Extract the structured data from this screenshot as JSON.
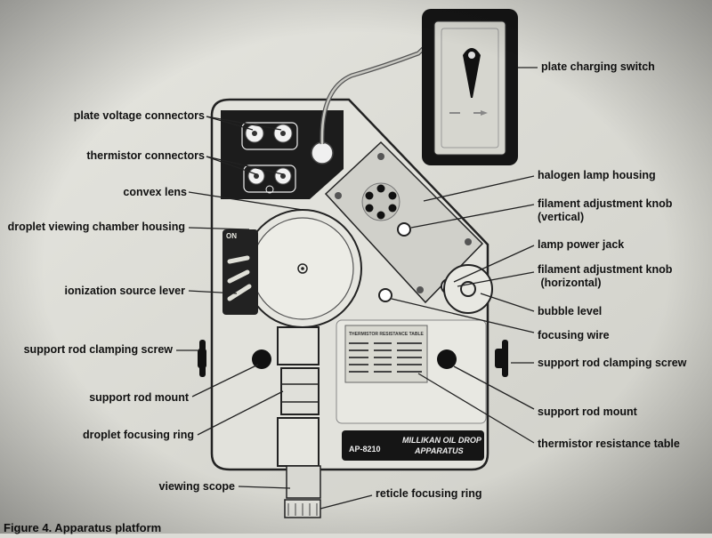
{
  "labels": {
    "plate_charging_switch": "plate charging switch",
    "plate_voltage_connectors": "plate voltage connectors",
    "thermistor_connectors": "thermistor connectors",
    "convex_lens": "convex lens",
    "droplet_viewing_chamber_housing": "droplet viewing chamber housing",
    "ionization_source_lever": "ionization source lever",
    "support_rod_clamping_screw_left": "support rod clamping screw",
    "support_rod_mount_left": "support rod mount",
    "droplet_focusing_ring": "droplet focusing ring",
    "viewing_scope": "viewing scope",
    "reticle_focusing_ring": "reticle focusing ring",
    "halogen_lamp_housing": "halogen lamp housing",
    "filament_adjustment_knob_vertical": "filament adjustment knob\n(vertical)",
    "lamp_power_jack": "lamp power jack",
    "filament_adjustment_knob_horizontal": "filament adjustment knob\n (horizontal)",
    "bubble_level": "bubble level",
    "focusing_wire": "focusing wire",
    "support_rod_clamping_screw_right": "support rod clamping screw",
    "support_rod_mount_right": "support rod mount",
    "thermistor_resistance_table": "thermistor resistance table"
  },
  "device": {
    "model": "AP-8210",
    "name_line1": "MILLIKAN OIL DROP",
    "name_line2": "APPARATUS",
    "table_title": "THERMISTOR RESISTANCE TABLE",
    "lever_on": "ON"
  },
  "caption": "Figure 4.  Apparatus platform"
}
